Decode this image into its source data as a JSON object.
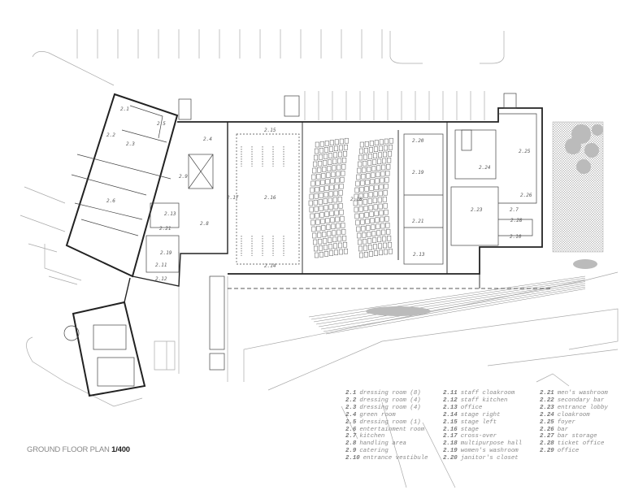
{
  "title": {
    "text": "GROUND FLOOR PLAN",
    "scale": "1/400"
  },
  "plan_labels": [
    "2.1",
    "2.5",
    "2.2",
    "2.3",
    "2.4",
    "2.9",
    "2.6",
    "2.13",
    "2.21",
    "2.8",
    "2.19",
    "2.11",
    "2.12",
    "2.15",
    "2.16",
    "2.17",
    "2.14",
    "2.18",
    "2.20",
    "2.19",
    "2.21",
    "2.13",
    "2.24",
    "2.25",
    "2.23",
    "2.26",
    "2.7",
    "2.28",
    "2.10"
  ],
  "legend": [
    [
      {
        "num": "2.1",
        "name": "dressing room (8)"
      },
      {
        "num": "2.2",
        "name": "dressing room (4)"
      },
      {
        "num": "2.3",
        "name": "dressing room (4)"
      },
      {
        "num": "2.4",
        "name": "green room"
      },
      {
        "num": "2.5",
        "name": "dressing room (1)"
      },
      {
        "num": "2.6",
        "name": "entertainment room"
      },
      {
        "num": "2.7",
        "name": "kitchen"
      },
      {
        "num": "2.8",
        "name": "handling area"
      },
      {
        "num": "2.9",
        "name": "catering"
      },
      {
        "num": "2.10",
        "name": "entrance vestibule"
      }
    ],
    [
      {
        "num": "2.11",
        "name": "staff cloakroom"
      },
      {
        "num": "2.12",
        "name": "staff kitchen"
      },
      {
        "num": "2.13",
        "name": "office"
      },
      {
        "num": "2.14",
        "name": "stage right"
      },
      {
        "num": "2.15",
        "name": "stage left"
      },
      {
        "num": "2.16",
        "name": "stage"
      },
      {
        "num": "2.17",
        "name": "cross-over"
      },
      {
        "num": "2.18",
        "name": "multipurpose hall"
      },
      {
        "num": "2.19",
        "name": "women's washroom"
      },
      {
        "num": "2.20",
        "name": "janitor's closet"
      }
    ],
    [
      {
        "num": "2.21",
        "name": "men's washroom"
      },
      {
        "num": "2.22",
        "name": "secondary bar"
      },
      {
        "num": "2.23",
        "name": "entrance lobby"
      },
      {
        "num": "2.24",
        "name": "cloakroom"
      },
      {
        "num": "2.25",
        "name": "foyer"
      },
      {
        "num": "2.26",
        "name": "bar"
      },
      {
        "num": "2.27",
        "name": "bar storage"
      },
      {
        "num": "2.28",
        "name": "ticket office"
      },
      {
        "num": "2.29",
        "name": "office"
      }
    ]
  ]
}
